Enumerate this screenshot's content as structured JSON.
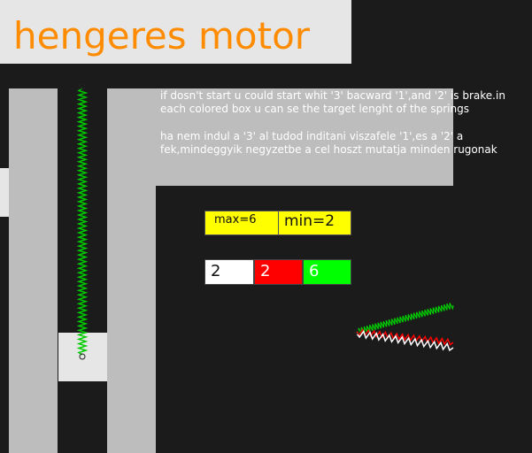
{
  "title": "hengeres motor",
  "info": {
    "english": "if dosn't start u could start whit '3' bacward '1',and '2' is brake.in each colored box u can se the target lenght of the springs",
    "hungarian": "ha nem indul a '3' al tudod inditani viszafele '1',es a '2' a fek,mindeggyik negyzetbe a cel hoszt mutatja minden rugonak"
  },
  "limits": {
    "max_label": "max=6",
    "min_label": "min=2"
  },
  "targets": [
    {
      "value": "2",
      "color": "#ffffff",
      "text_color": "#111111"
    },
    {
      "value": "2",
      "color": "#ff0000",
      "text_color": "#ffffff"
    },
    {
      "value": "6",
      "color": "#00ff00",
      "text_color": "#ffffff"
    }
  ],
  "colors": {
    "title": "#ff8c00",
    "spring_green": "#00cc00",
    "spring_red": "#ff0000",
    "spring_white": "#ffffff",
    "rail": "#bdbdbd",
    "background": "#1b1b1b"
  }
}
